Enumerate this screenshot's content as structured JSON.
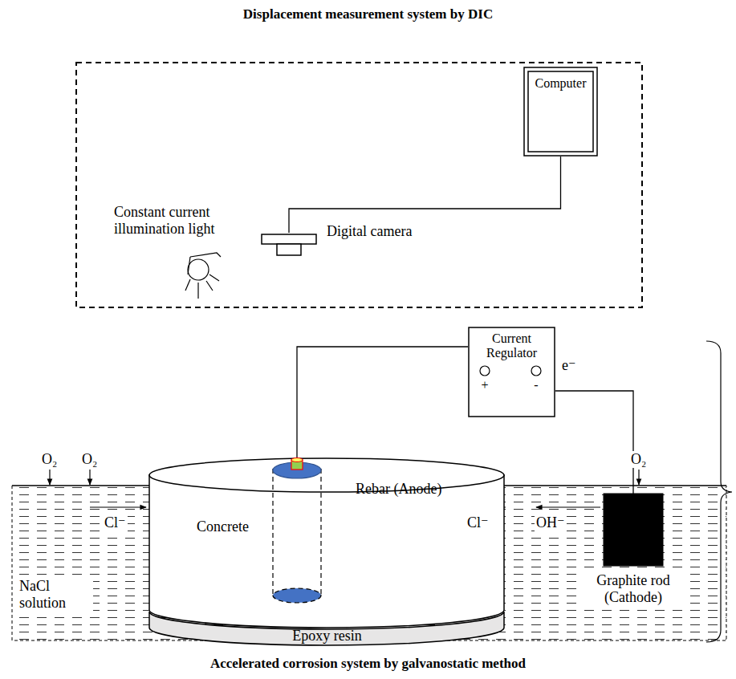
{
  "diagram": {
    "title": "Displacement measurement system by DIC",
    "caption": "Accelerated corrosion system by galvanostatic method",
    "nodes": [
      {
        "text": [
          "Computer"
        ]
      },
      {
        "text": [
          "Digital camera"
        ]
      },
      {
        "text": [
          "Constant current illumination light"
        ]
      },
      {
        "text": [
          "Current Regulator",
          "+",
          "-"
        ]
      },
      {
        "text": [
          "Concrete"
        ]
      },
      {
        "text": [
          "Rebar (Anode)"
        ],
        "in": 4
      },
      {
        "text": [
          "Epoxy resin"
        ]
      },
      {
        "text": [
          "Graphite rod (Cathode)"
        ]
      }
    ],
    "edges": [
      {
        "from": 1,
        "to": 0,
        "arrow": "none"
      },
      {
        "from": 3,
        "to": 5,
        "arrow": "none"
      },
      {
        "from": 3,
        "to": 7,
        "arrow": "none",
        "label": "e⁻"
      }
    ],
    "labels": [
      "O₂",
      "O₂",
      "O₂",
      "Cl⁻",
      "Cl⁻",
      "OH⁻",
      "NaCl solution"
    ]
  }
}
